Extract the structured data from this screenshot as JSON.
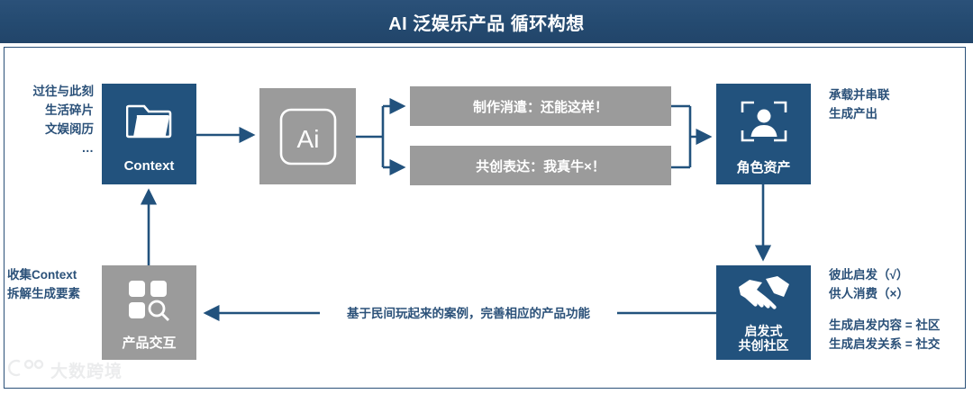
{
  "header": {
    "title": "AI 泛娱乐产品 循环构想"
  },
  "nodes": {
    "context": {
      "caption": "Context",
      "icon": "folder-icon"
    },
    "ai": {
      "caption": "Ai",
      "icon": "ai-square-icon"
    },
    "role": {
      "caption": "角色资产",
      "icon": "person-frame-icon"
    },
    "community": {
      "caption_line1": "启发式",
      "caption_line2": "共创社区",
      "icon": "handshake-icon"
    },
    "product": {
      "caption": "产品交互",
      "icon": "grid-search-icon"
    }
  },
  "bars": {
    "top": "制作消遣：还能这样！",
    "bottom": "共创表达：我真牛×！"
  },
  "annotations": {
    "left_top": [
      "过往与此刻",
      "生活碎片",
      "文娱阅历",
      "…"
    ],
    "left_bottom": [
      "收集Context",
      "拆解生成要素"
    ],
    "right_top": [
      "承载并串联",
      "生成产出"
    ],
    "right_bottom_1": [
      "彼此启发（√）",
      "供人消费（×）"
    ],
    "right_bottom_2": [
      "生成启发内容 = 社区",
      "生成启发关系 = 社交"
    ]
  },
  "feedback_label": "基于民间玩起来的案例，完善相应的产品功能",
  "watermark": {
    "text": "大数跨境"
  },
  "colors": {
    "navy": "#22527d",
    "header_navy": "#2b5179",
    "gray": "#9b9b9b",
    "text_blue": "#2b5179",
    "white": "#ffffff"
  }
}
